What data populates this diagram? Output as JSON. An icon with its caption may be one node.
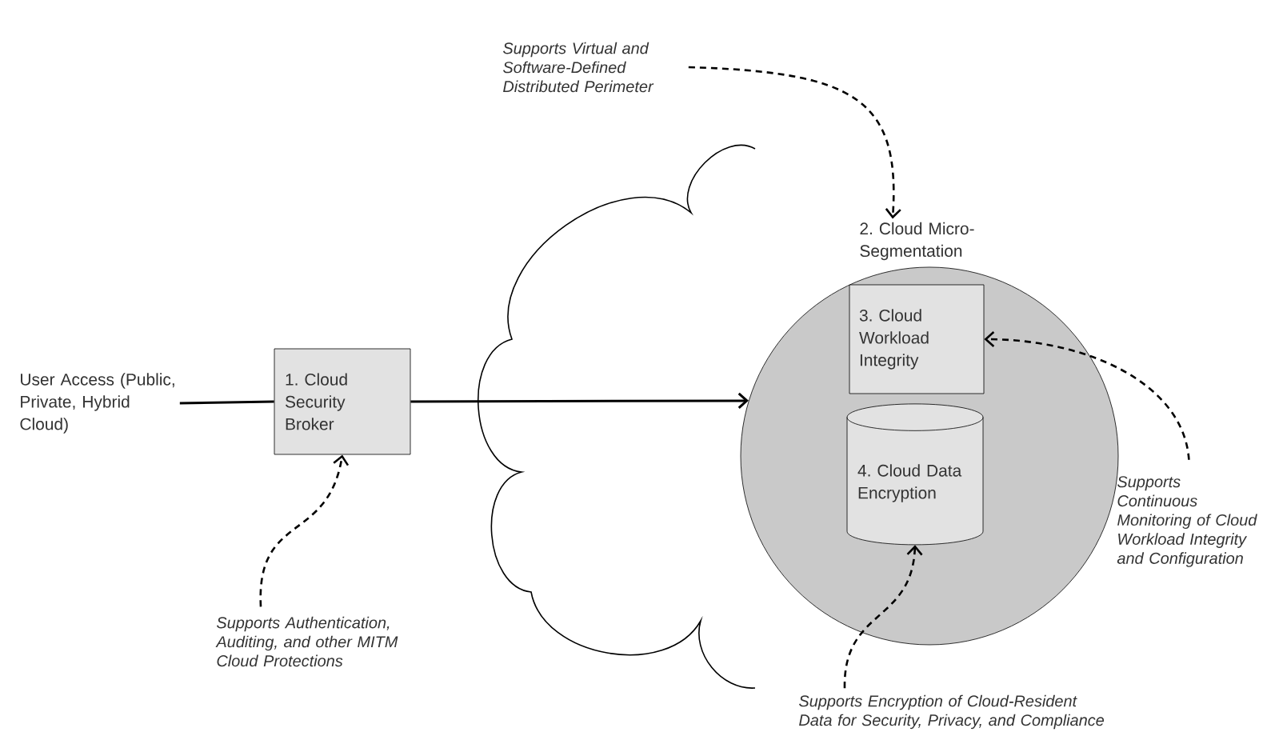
{
  "diagram": {
    "nodes": [
      {
        "text": [
          "User Access (Public, Private, Hybrid Cloud)"
        ]
      },
      {
        "text": [
          "1. Cloud Security Broker"
        ]
      },
      {
        "text": [
          "2. Cloud Micro-Segmentation"
        ]
      },
      {
        "text": [
          "3. Cloud Workload Integrity"
        ],
        "in": 2
      },
      {
        "text": [
          "4. Cloud Data Encryption"
        ],
        "in": 2
      },
      {
        "text": [
          "Supports Virtual and Software-Defined Distributed Perimeter"
        ]
      },
      {
        "text": [
          "Supports Authentication, Auditing, and other MITM Cloud Protections"
        ]
      },
      {
        "text": [
          "Supports Continuous Monitoring of Cloud Workload Integrity and Configuration"
        ]
      },
      {
        "text": [
          "Supports Encryption of Cloud-Resident Data for Security, Privacy, and Compliance"
        ]
      }
    ],
    "edges": [
      {
        "from": 0,
        "to": 1,
        "arrow": "none"
      },
      {
        "from": 1,
        "to": 2,
        "arrow": "to"
      },
      {
        "from": 5,
        "to": 2,
        "arrow": "to",
        "style": "dashed"
      },
      {
        "from": 6,
        "to": 1,
        "arrow": "to",
        "style": "dashed"
      },
      {
        "from": 7,
        "to": 3,
        "arrow": "to",
        "style": "dashed"
      },
      {
        "from": 8,
        "to": 4,
        "arrow": "to",
        "style": "dashed"
      }
    ]
  }
}
